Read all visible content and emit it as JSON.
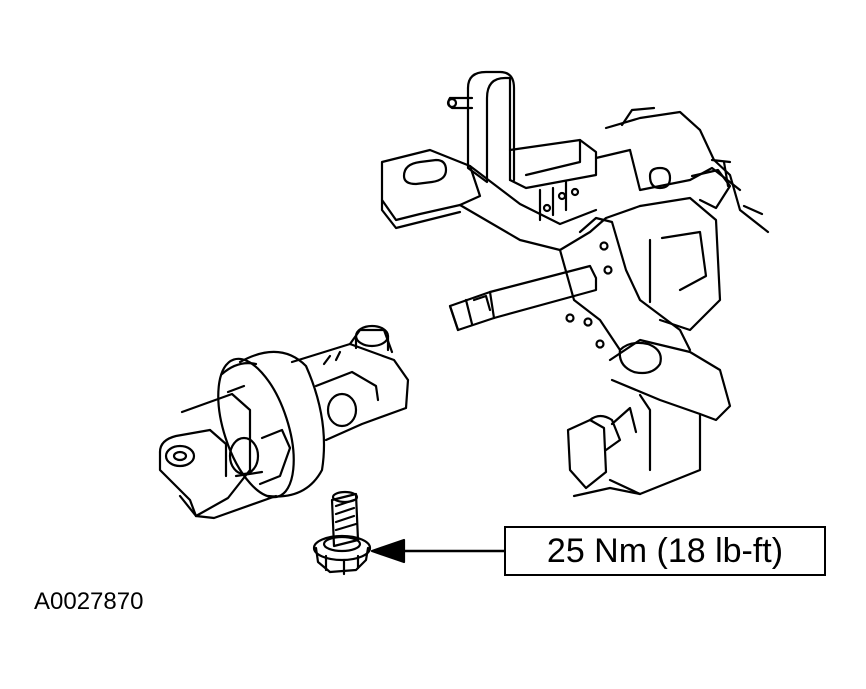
{
  "callout": {
    "torque_label": "25 Nm (18 lb-ft)"
  },
  "figure": {
    "id": "A0027870"
  },
  "colors": {
    "line": "#000000",
    "background": "#ffffff"
  },
  "parts": {
    "column_bracket": "steering-column-bracket-drawing",
    "intermediate_shaft_joint": "intermediate-shaft-u-joint-drawing",
    "bolt": "bolt-drawing",
    "arrow": "leader-arrow"
  }
}
